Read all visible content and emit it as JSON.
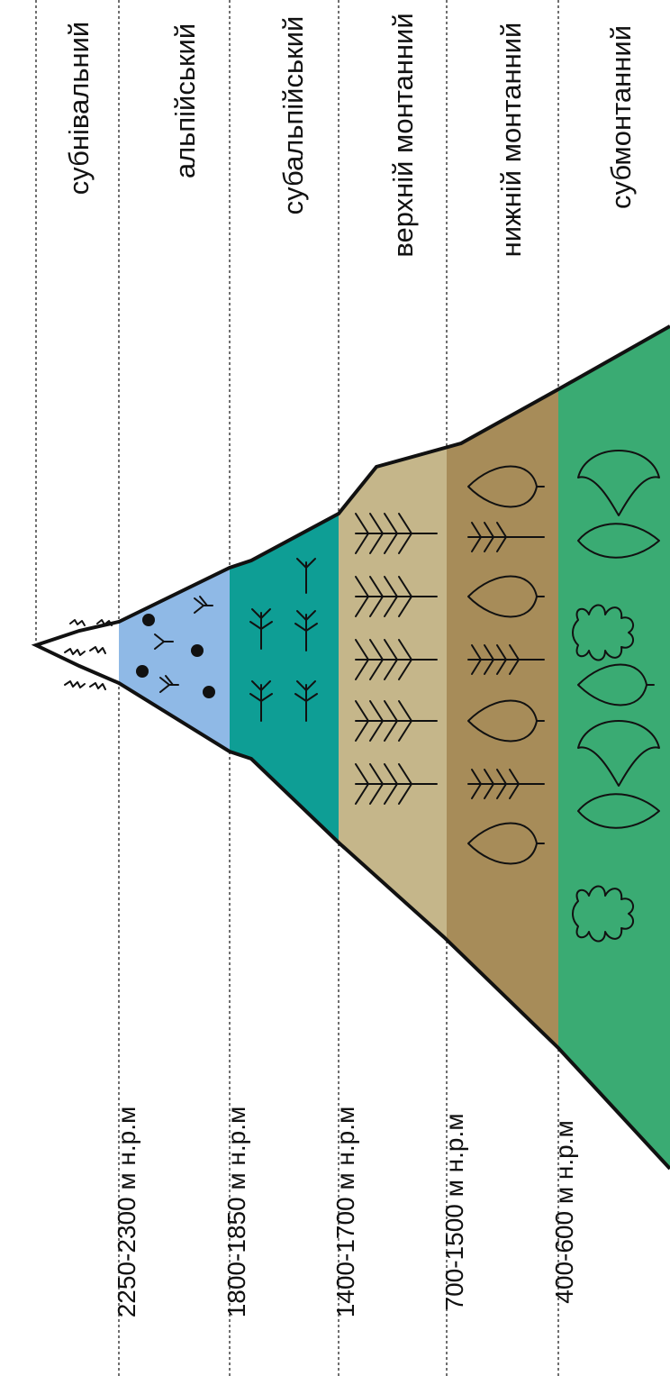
{
  "zones": [
    {
      "id": "subnival",
      "name": "субнівальний",
      "color": "#ffffff",
      "altitude": "2250-2300 м н.р.м"
    },
    {
      "id": "alpine",
      "name": "альпійський",
      "color": "#8fb9e6",
      "altitude": "1800-1850 м н.р.м"
    },
    {
      "id": "subalpine",
      "name": "субальпійський",
      "color": "#0e9e95",
      "altitude": "1400-1700 м н.р.м"
    },
    {
      "id": "upper-montane",
      "name": "верхній монтанний",
      "color": "#c5b68a",
      "altitude": "700-1500 м н.р.м"
    },
    {
      "id": "lower-montane",
      "name": "нижній монтанний",
      "color": "#a78c59",
      "altitude": "400-600 м н.р.м"
    },
    {
      "id": "submontane",
      "name": "субмонтанний",
      "color": "#3aab73",
      "altitude": ""
    }
  ]
}
